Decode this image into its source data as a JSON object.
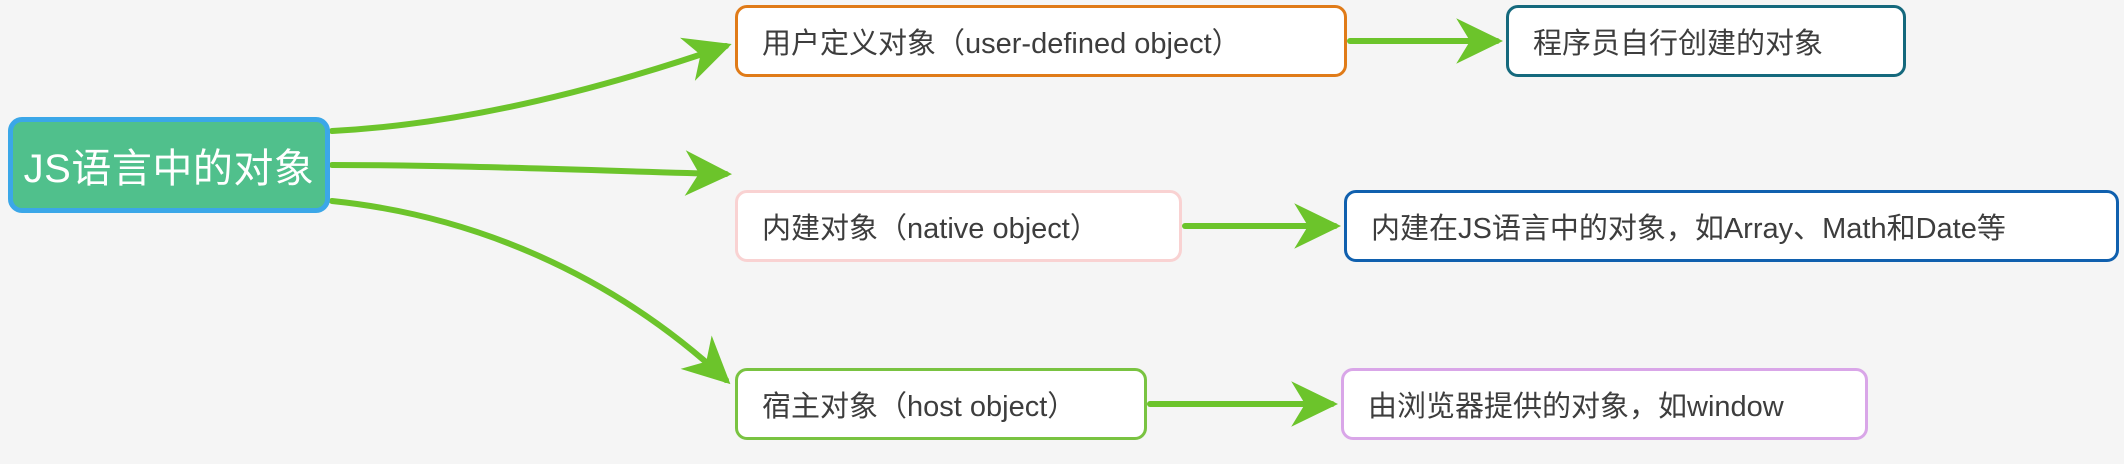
{
  "diagram": {
    "title": "JS语言中的对象",
    "type": "mind-map",
    "background_color": "#f5f5f5",
    "edge_color": "#6cc42b",
    "root": {
      "label": "JS语言中的对象",
      "fill_color": "#50c08c",
      "border_color": "#3ba7e8",
      "text_color": "#ffffff"
    },
    "branches": [
      {
        "label": "用户定义对象（user-defined object）",
        "border_color": "#e07b18",
        "detail": {
          "label": "程序员自行创建的对象",
          "border_color": "#15697d"
        }
      },
      {
        "label": "内建对象（native object）",
        "border_color": "#f9d2d2",
        "detail": {
          "label": "内建在JS语言中的对象，如Array、Math和Date等",
          "border_color": "#1060ae"
        }
      },
      {
        "label": "宿主对象（host object）",
        "border_color": "#79c341",
        "detail": {
          "label": "由浏览器提供的对象，如window",
          "border_color": "#d9a6e8"
        }
      }
    ],
    "edges": [
      {
        "name": "root-to-user-defined"
      },
      {
        "name": "root-to-native"
      },
      {
        "name": "root-to-host"
      },
      {
        "name": "user-defined-to-detail"
      },
      {
        "name": "native-to-detail"
      },
      {
        "name": "host-to-detail"
      }
    ]
  }
}
